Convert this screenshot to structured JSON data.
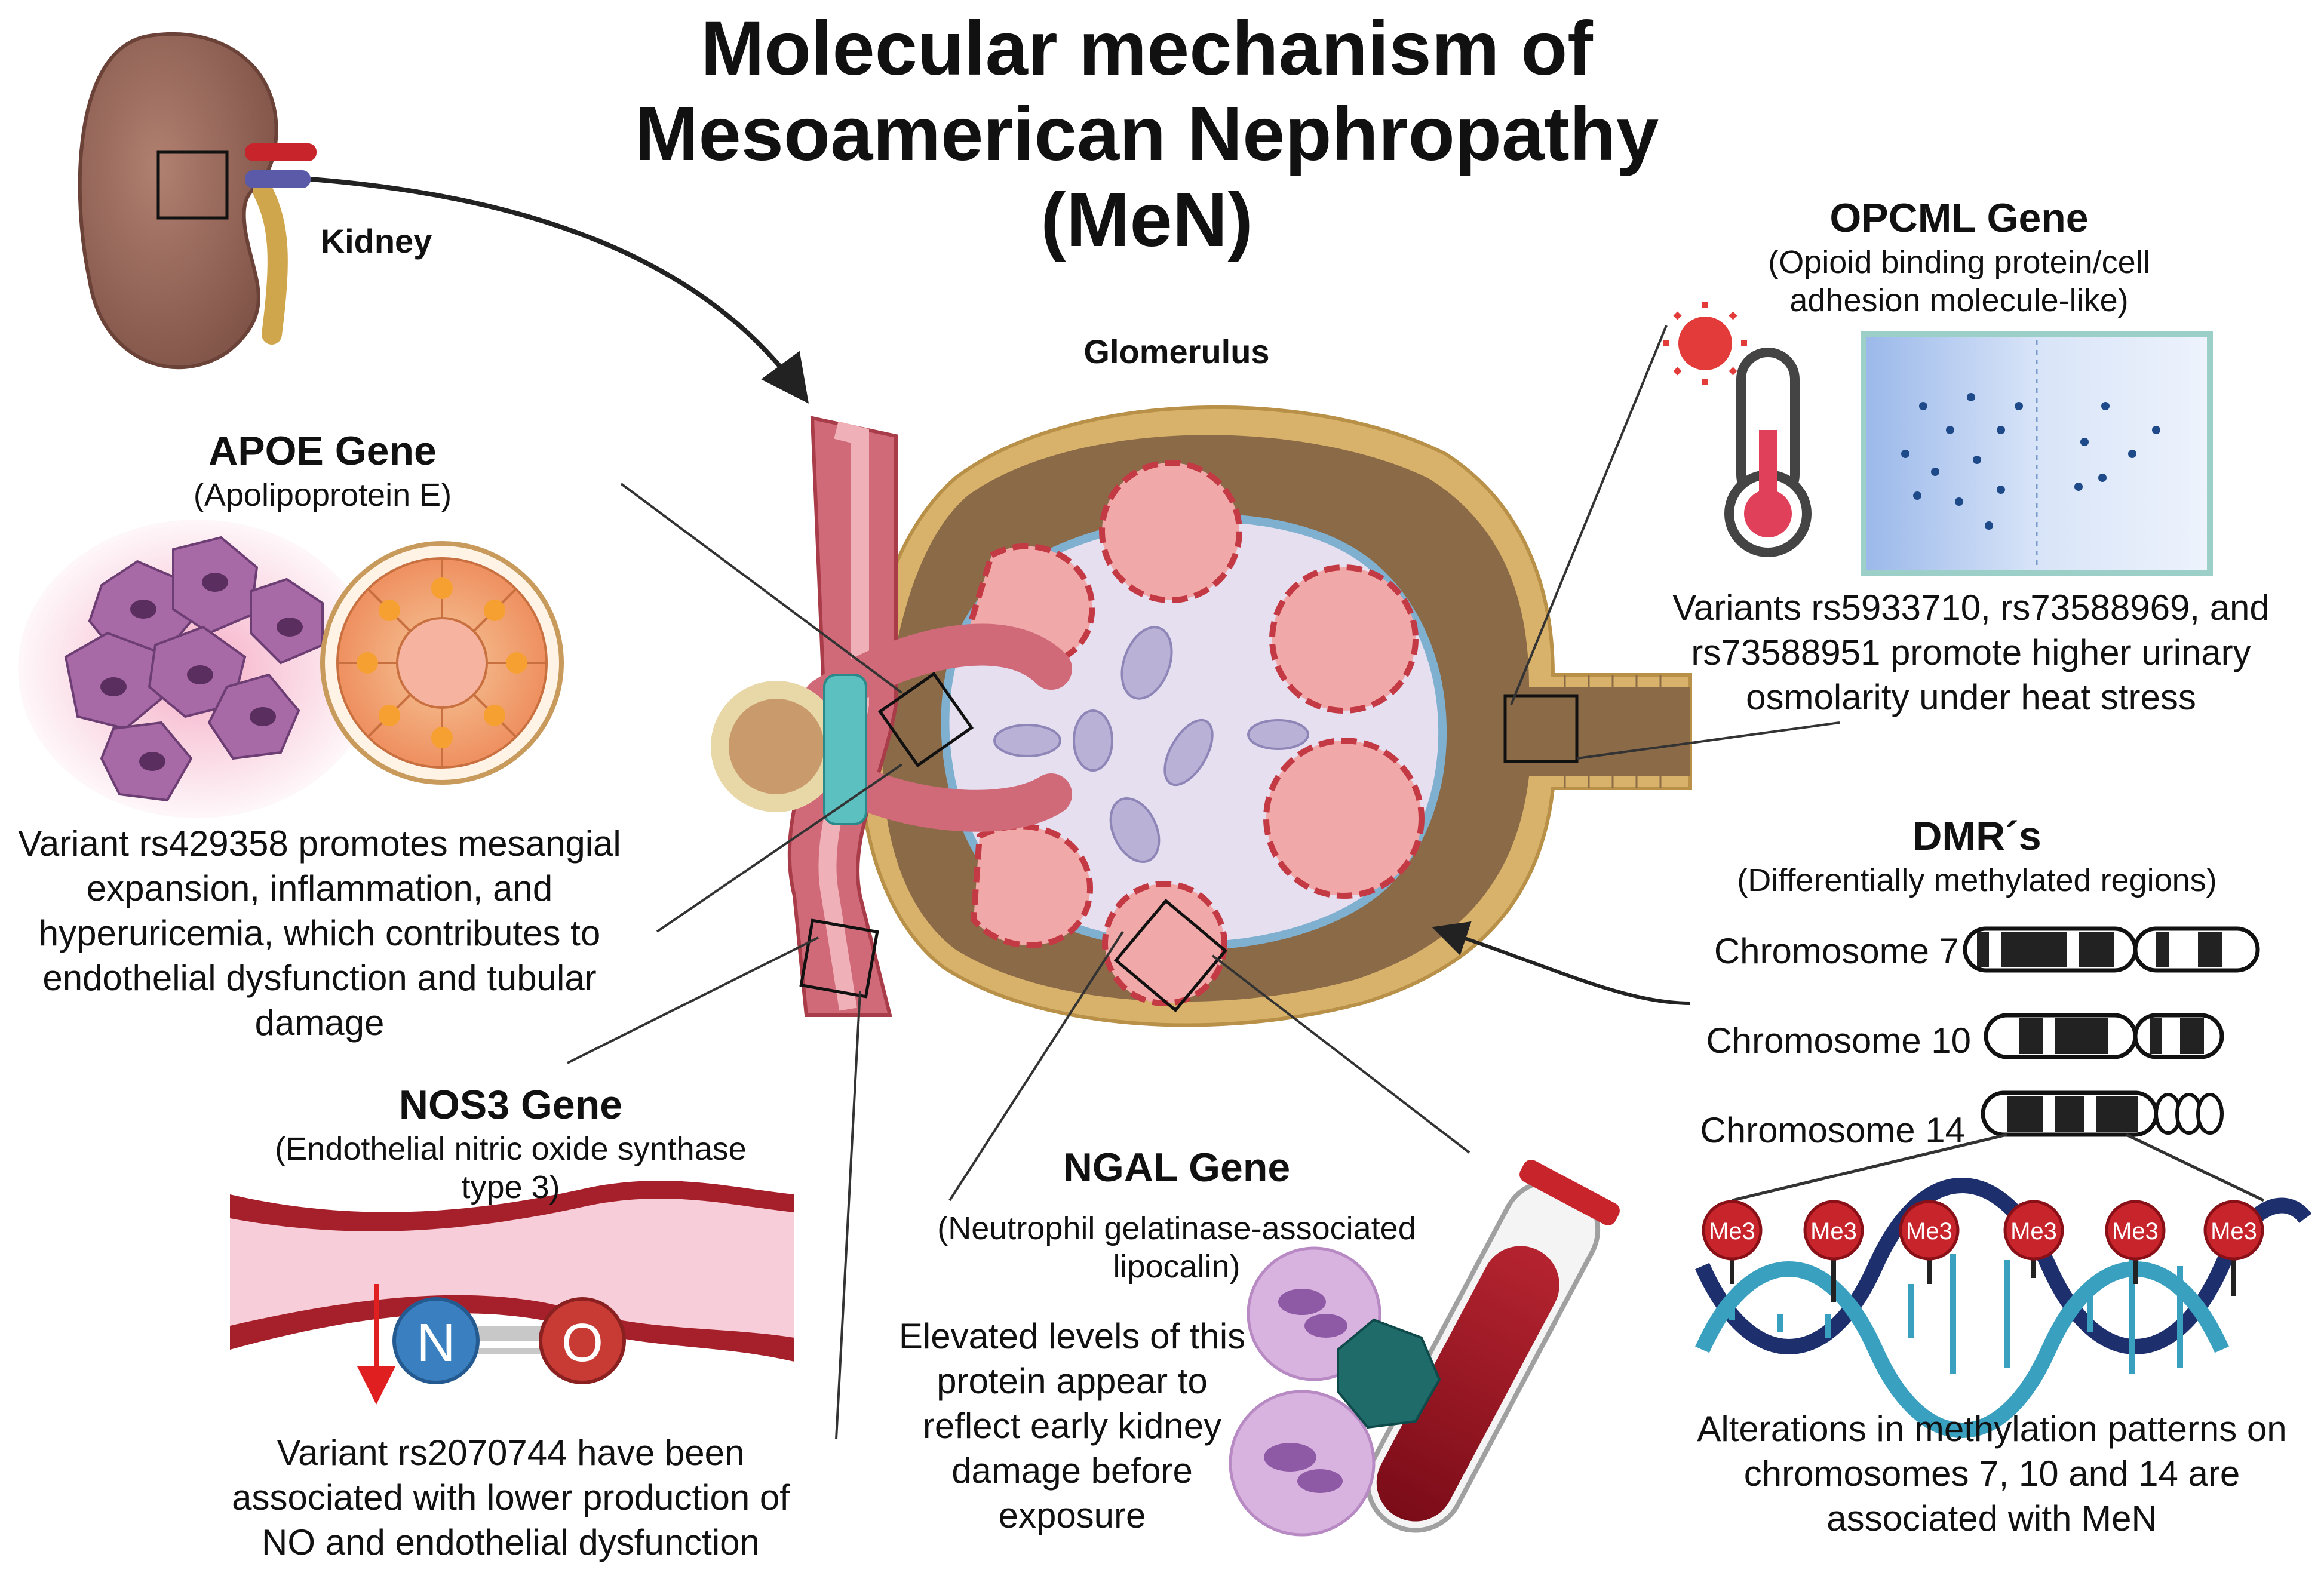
{
  "title_line1": "Molecular mechanism of",
  "title_line2": "Mesoamerican Nephropathy",
  "title_line3": "(MeN)",
  "kidney_label": "Kidney",
  "glomerulus_label": "Glomerulus",
  "apoe": {
    "heading": "APOE Gene",
    "subtitle": "(Apolipoprotein E)",
    "description": [
      "Variant rs429358 promotes mesangial",
      "expansion, inflammation, and",
      "hyperuricemia, which contributes to",
      "endothelial dysfunction and tubular",
      "damage"
    ]
  },
  "nos3": {
    "heading": "NOS3 Gene",
    "subtitle": [
      "(Endothelial nitric oxide synthase",
      "type 3)"
    ],
    "n_atom": "N",
    "o_atom": "O",
    "description": [
      "Variant rs2070744 have been",
      "associated with lower production of",
      "NO and endothelial dysfunction"
    ]
  },
  "ngal": {
    "heading": "NGAL Gene",
    "subtitle": [
      "(Neutrophil gelatinase-associated",
      "lipocalin)"
    ],
    "description": [
      "Elevated levels of this",
      "protein appear to",
      "reflect early kidney",
      "damage before",
      "exposure"
    ]
  },
  "opcml": {
    "heading": "OPCML Gene",
    "subtitle": [
      "(Opioid binding protein/cell",
      "adhesion molecule-like)"
    ],
    "description": [
      "Variants rs5933710, rs73588969, and",
      "rs73588951 promote higher urinary",
      "osmolarity under heat stress"
    ]
  },
  "dmr": {
    "heading": "DMR´s",
    "subtitle": "(Differentially methylated regions)",
    "chromosomes": [
      "Chromosome 7",
      "Chromosome 10",
      "Chromosome 14"
    ],
    "methyl_tag": "Me3",
    "description": [
      "Alterations in methylation patterns on",
      "chromosomes 7, 10 and 14 are",
      "associated with MeN"
    ]
  },
  "colors": {
    "kidney": "#9b6a5c",
    "capsule": "#d8b26a",
    "vessel": "#c86470",
    "endothelium_red": "#c33a44",
    "podocyte_blue": "#7fb0cf",
    "mesangium": "#e6dff0",
    "dna_dark": "#1e2f6e",
    "dna_light": "#3aa0c0",
    "methyl_red": "#c8242c"
  }
}
